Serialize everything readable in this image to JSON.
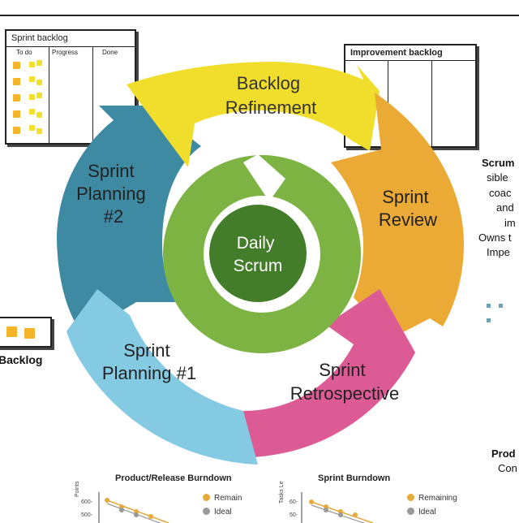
{
  "cycle": {
    "backlog_refinement": [
      "Backlog",
      "Refinement"
    ],
    "sprint_review": [
      "Sprint",
      "Review"
    ],
    "sprint_retrospective": [
      "Sprint",
      "Retrospective"
    ],
    "sprint_planning_1": [
      "Sprint",
      "Planning #1"
    ],
    "sprint_planning_2": [
      "Sprint",
      "Planning",
      "#2"
    ],
    "daily_scrum": [
      "Daily",
      "Scrum"
    ]
  },
  "colors": {
    "backlog_refinement": "#f1de2c",
    "sprint_review": "#eba936",
    "sprint_retrospective": "#dd5b95",
    "sprint_planning_1": "#84cae3",
    "sprint_planning_2": "#3f8aa3",
    "daily_ring": "#7cb342",
    "daily_center": "#447d2a"
  },
  "sprint_backlog": {
    "title": "Sprint backlog",
    "columns": [
      "To do",
      "Progress",
      "Done"
    ]
  },
  "improvement_backlog": {
    "title": "Improvement backlog"
  },
  "left_fragment": {
    "label": "Backlog"
  },
  "right_fragments": {
    "lines": [
      "Scrum",
      "sible",
      "coac",
      "and",
      "im",
      "Owns t",
      "Impe"
    ],
    "prod_lines": [
      "Prod",
      "Con"
    ]
  },
  "release_burndown": {
    "title": "Product/Release  Burndown",
    "y_axis": "Points",
    "ticks": [
      "600-",
      "500-"
    ],
    "legend": [
      "Remain",
      "Ideal"
    ]
  },
  "sprint_burndown": {
    "title": "Sprint Burndown",
    "y_axis": "Tasks Le",
    "ticks": [
      "60-",
      "50-"
    ],
    "legend": [
      "Remaining",
      "Ideal"
    ]
  }
}
